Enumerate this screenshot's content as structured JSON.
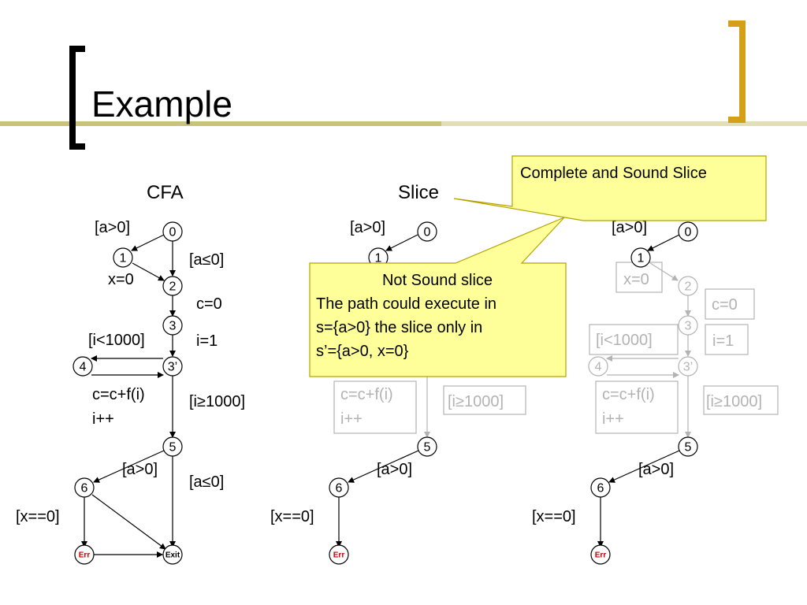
{
  "slide": {
    "title": "Example",
    "colors": {
      "accent": "#d4a017",
      "rule": "#c8c27a",
      "callout_fill": "#ffff99",
      "callout_border": "#b3a300",
      "gray": "#b3b3b3",
      "err": "#cc0000"
    }
  },
  "columns": {
    "cfa": {
      "title": "CFA"
    },
    "slice": {
      "title": "Slice"
    }
  },
  "callouts": {
    "sound": {
      "text": "Complete and Sound Slice"
    },
    "not_sound": {
      "line1": "Not Sound slice",
      "line2": "The path could execute in",
      "line3": "s={a>0} the slice only in",
      "line4": "s’={a>0, x=0}"
    }
  },
  "nodes": {
    "n0": "0",
    "n1": "1",
    "n2": "2",
    "n3": "3",
    "n3p": "3’",
    "n4": "4",
    "n5": "5",
    "n6": "6",
    "err": "Err",
    "exit": "Exit"
  },
  "labels": {
    "a_gt_0": "[a>0]",
    "a_le_0": "[a≤0]",
    "x_eq_0": "x=0",
    "c_eq_0": "c=0",
    "i_eq_1": "i=1",
    "i_lt_1000": "[i<1000]",
    "c_plus": "c=c+f(i)",
    "i_pp": "i++",
    "i_ge_1000": "[i≥1000]",
    "x_eqeq_0": "[x==0]"
  }
}
